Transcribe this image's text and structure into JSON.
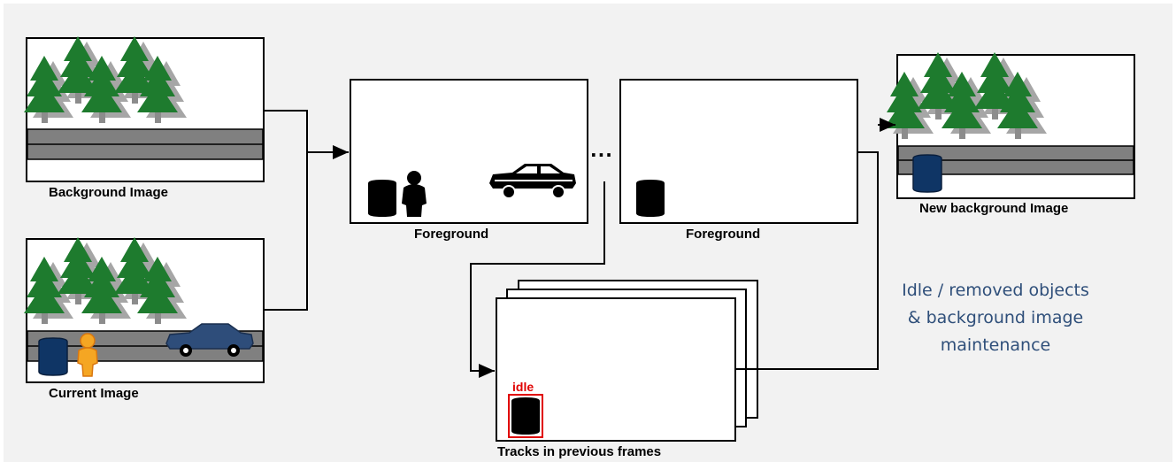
{
  "labels": {
    "background_image": "Background Image",
    "current_image": "Current Image",
    "foreground_1": "Foreground",
    "foreground_2": "Foreground",
    "tracks": "Tracks in previous frames",
    "new_background": "New background Image",
    "idle_tag": "idle",
    "ellipsis": "..."
  },
  "idle_title_lines": [
    "Idle / removed objects",
    "& background image",
    "maintenance"
  ],
  "colors": {
    "panel_bg": "#f2f2f2",
    "tree_green": "#1e7b2e",
    "trunk_gray": "#8c8c8c",
    "road_gray": "#808080",
    "object_blue": "#0f3565",
    "person_orange": "#f5a623",
    "idle_red": "#e00000",
    "text_blue": "#2f4f7a"
  }
}
